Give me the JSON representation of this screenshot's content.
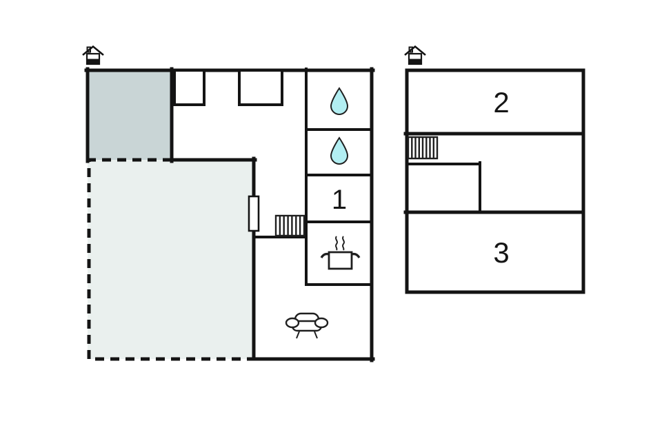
{
  "colors": {
    "background": "#ffffff",
    "wall": "#141414",
    "annex_fill": "#c9d5d6",
    "terrace_fill": "#eaf0ee",
    "water_drop_fill": "#b2eef2",
    "icon_stroke": "#1f1f1f"
  },
  "ground_floor": {
    "room1_label": "1"
  },
  "first_floor": {
    "room2_label": "2",
    "room3_label": "3"
  },
  "icons": {
    "entrance": "house-entrance-icon",
    "bathroom": "water-drop-icon",
    "kitchen": "stove-pot-icon",
    "living_room": "sofa-icon",
    "stairs": "stairs-icon"
  }
}
